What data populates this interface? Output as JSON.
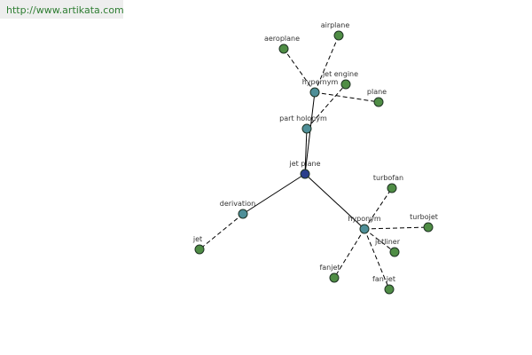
{
  "source_url": "http://www.artikata.com",
  "colors": {
    "center_node": "#2b3f8c",
    "relation_node": "#4e8f98",
    "word_node": "#4f8d45",
    "edge": "#000000",
    "link": "#2e7d32"
  },
  "nodes": {
    "jet_plane": "jet plane",
    "part_holonym": "part holonym",
    "hypernym": "hypernym",
    "hyponym": "hyponym",
    "derivation": "derivation",
    "aeroplane": "aeroplane",
    "airplane": "airplane",
    "jet_engine": "jet engine",
    "plane": "plane",
    "jet": "jet",
    "turbofan": "turbofan",
    "turbojet": "turbojet",
    "jetliner": "jetliner",
    "fanjet": "fanjet",
    "fan_jet": "fan-jet"
  },
  "edges": [
    {
      "from": "jet_plane",
      "to": "part_holonym",
      "style": "solid"
    },
    {
      "from": "jet_plane",
      "to": "hypernym",
      "style": "solid"
    },
    {
      "from": "jet_plane",
      "to": "derivation",
      "style": "solid"
    },
    {
      "from": "jet_plane",
      "to": "hyponym",
      "style": "solid"
    },
    {
      "from": "part_holonym",
      "to": "jet_engine",
      "style": "dashed"
    },
    {
      "from": "hypernym",
      "to": "aeroplane",
      "style": "dashed"
    },
    {
      "from": "hypernym",
      "to": "airplane",
      "style": "dashed"
    },
    {
      "from": "hypernym",
      "to": "plane",
      "style": "dashed"
    },
    {
      "from": "derivation",
      "to": "jet",
      "style": "dashed"
    },
    {
      "from": "hyponym",
      "to": "turbofan",
      "style": "dashed"
    },
    {
      "from": "hyponym",
      "to": "turbojet",
      "style": "dashed"
    },
    {
      "from": "hyponym",
      "to": "jetliner",
      "style": "dashed"
    },
    {
      "from": "hyponym",
      "to": "fanjet",
      "style": "dashed"
    },
    {
      "from": "hyponym",
      "to": "fan_jet",
      "style": "dashed"
    }
  ]
}
